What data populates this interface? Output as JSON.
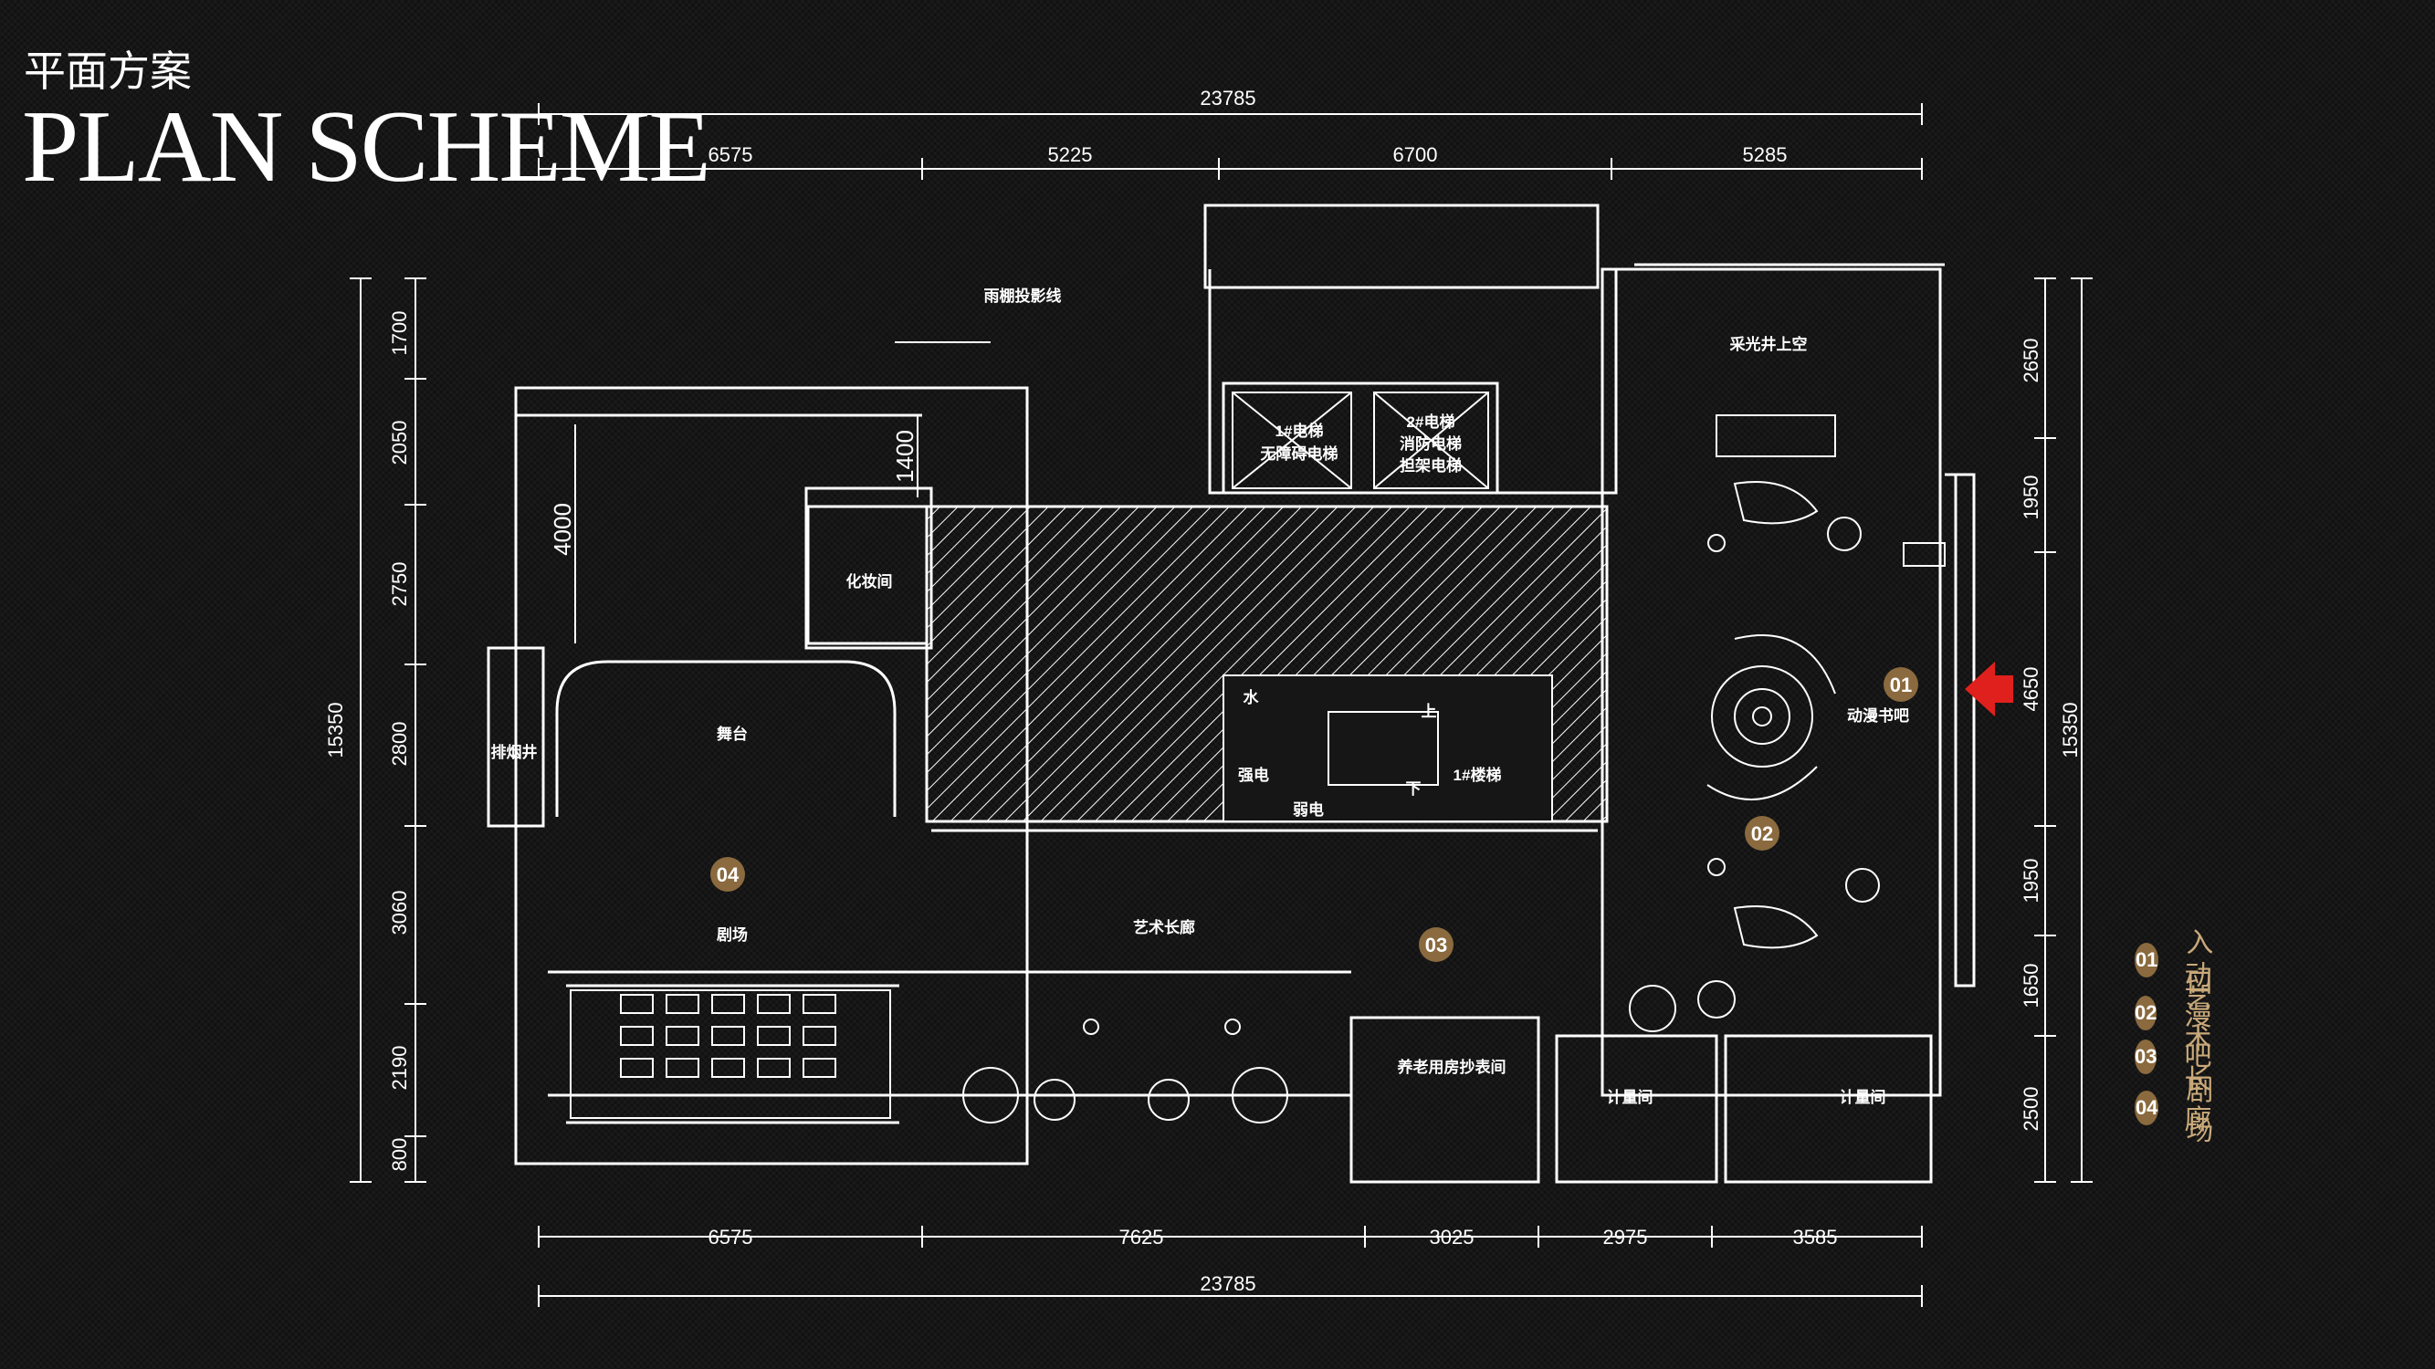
{
  "title": {
    "cn": "平面方案",
    "en": "PLAN SCHEME"
  },
  "dimensions": {
    "top_total": "23785",
    "top_segments": [
      "6575",
      "5225",
      "6700",
      "5285"
    ],
    "bottom_segments": [
      "6575",
      "7625",
      "3025",
      "2975",
      "3585"
    ],
    "bottom_total": "23785",
    "left_total": "15350",
    "left_segments": [
      "1700",
      "2050",
      "2750",
      "2800",
      "3060",
      "2190",
      "800"
    ],
    "right_total": "15350",
    "right_segments": [
      "2650",
      "1950",
      "4650",
      "1950",
      "1650",
      "2500"
    ],
    "inner_4000": "4000",
    "inner_1400": "1400"
  },
  "rooms": {
    "canopy": "雨棚投影线",
    "skylight": "采光井上空",
    "elevator1": "1#电梯",
    "elevator1_sub": "无障碍电梯",
    "elevator2": "2#电梯",
    "elevator2_sub": "消防电梯",
    "elevator2_sub2": "担架电梯",
    "makeup": "化妆间",
    "stage": "舞台",
    "smoke": "排烟井",
    "theater": "剧场",
    "gallery": "艺术长廊",
    "anime_bar": "动漫书吧",
    "elderly_room": "养老用房抄表间",
    "meter1": "计量间",
    "meter2": "计量间",
    "water": "水",
    "strong_elec": "强电",
    "weak_elec": "弱电",
    "stair": "1#楼梯",
    "up": "上",
    "down": "下"
  },
  "markers": [
    "01",
    "02",
    "03",
    "04"
  ],
  "legend": [
    {
      "num": "01",
      "label": "入口"
    },
    {
      "num": "02",
      "label": "动漫吧"
    },
    {
      "num": "03",
      "label": "艺术长廊"
    },
    {
      "num": "04",
      "label": "剧场"
    }
  ],
  "colors": {
    "background": "#161616",
    "lines": "#ffffff",
    "marker": "#8a6a3e",
    "legend_text": "#c9a97a",
    "entrance_arrow": "#e0201c"
  }
}
